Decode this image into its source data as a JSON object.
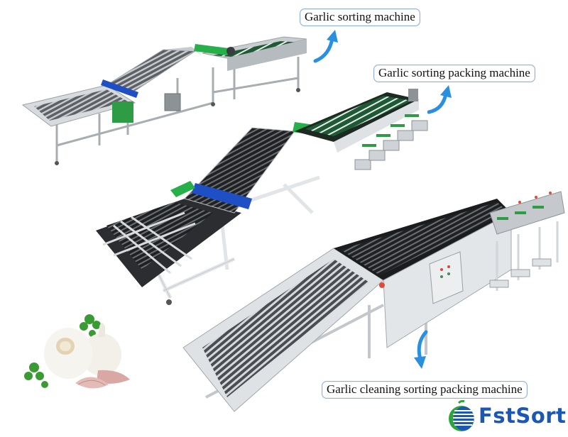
{
  "labels": {
    "machine_1": "Garlic sorting machine",
    "machine_2": "Garlic sorting packing machine",
    "machine_3": "Garlic cleaning sorting packing machine"
  },
  "brand": {
    "name": "FstSort",
    "primary_color": "#1b57b5",
    "accent_color": "#2aa63a"
  },
  "colors": {
    "label_border": "#8fb0d8",
    "arrow_blue": "#2b8fe0",
    "roller_blue": "#1f4fc4",
    "roller_green": "#27b04a",
    "steel": "#9aa0a6",
    "belt_dark": "#2a2c2e",
    "frame_white": "#e8eaec"
  },
  "icons": {
    "arrow_up_1": "curved-arrow-up-icon",
    "arrow_up_2": "curved-arrow-up-icon",
    "arrow_down_3": "curved-arrow-down-icon",
    "logo_mark": "fstsort-globe-icon"
  },
  "images": {
    "garlic_photo": "garlic-bulbs-with-parsley",
    "machine_1": "garlic-sorting-machine",
    "machine_2": "garlic-sorting-packing-machine",
    "machine_3": "garlic-cleaning-sorting-packing-machine"
  }
}
